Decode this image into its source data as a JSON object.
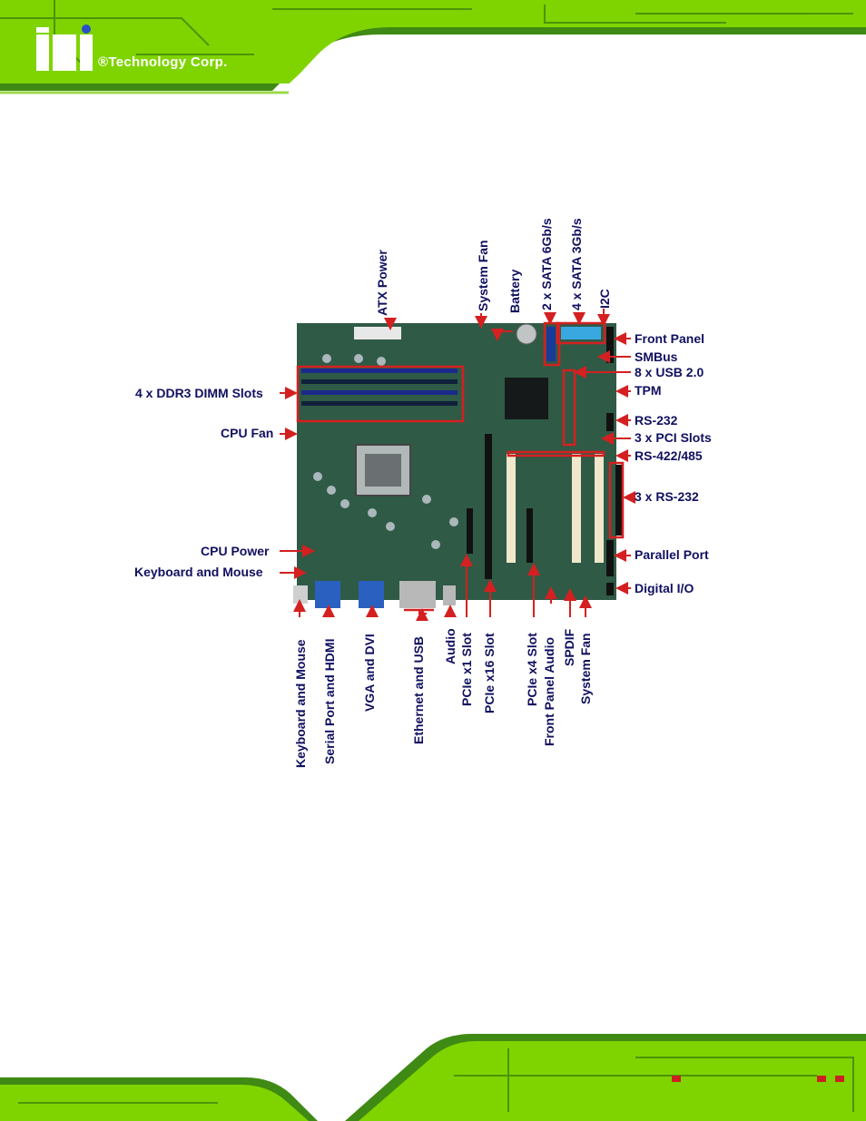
{
  "header": {
    "brand": "®Technology Corp."
  },
  "labels_left": {
    "dimm": "4 x DDR3 DIMM Slots",
    "cpu_fan": "CPU Fan",
    "cpu_power": "CPU Power",
    "kb_mouse": "Keyboard and Mouse"
  },
  "labels_right": {
    "front_panel": "Front Panel",
    "smbus": "SMBus",
    "usb": "8 x USB 2.0",
    "tpm": "TPM",
    "rs232": "RS-232",
    "pci": "3 x PCI Slots",
    "rs422": "RS-422/485",
    "rs232x3": "3 x RS-232",
    "parallel": "Parallel Port",
    "dio": "Digital I/O"
  },
  "labels_top": {
    "atx": "ATX Power",
    "sysfan": "System Fan",
    "battery": "Battery",
    "sata6": "2 x SATA 6Gb/s",
    "sata3": "4 x SATA 3Gb/s",
    "i2c": "I2C"
  },
  "labels_bottom": {
    "kbm": "Keyboard and Mouse",
    "serial_hdmi": "Serial Port and HDMI",
    "vga_dvi": "VGA and DVI",
    "eth_usb": "Ethernet and USB",
    "audio": "Audio",
    "pcie1": "PCIe x1 Slot",
    "pcie16": "PCIe x16 Slot",
    "pcie4": "PCIe x4 Slot",
    "fp_audio": "Front Panel Audio",
    "spdif": "SPDIF",
    "sysfan2": "System Fan"
  },
  "colors": {
    "green": "#7fd400",
    "dark_green": "#1f5a10",
    "label": "#101060",
    "arrow": "#d42020",
    "board": "#2f5a46"
  }
}
